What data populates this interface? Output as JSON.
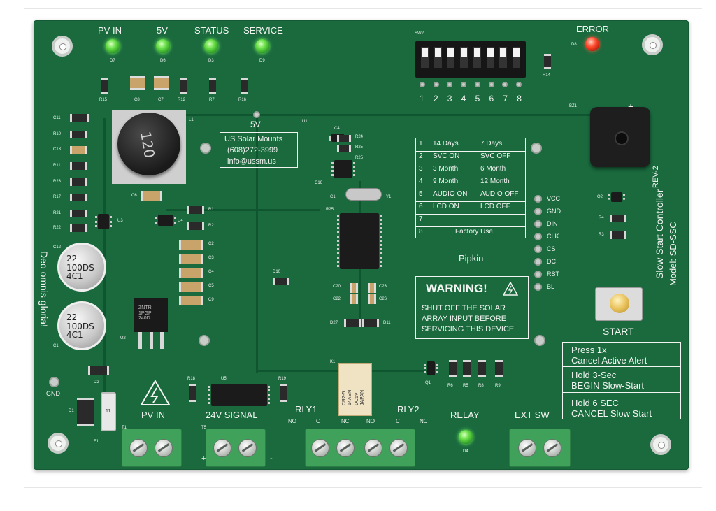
{
  "header_leds": {
    "pv_in": "PV IN",
    "five_v": "5V",
    "status": "STATUS",
    "service": "SERVICE",
    "error": "ERROR"
  },
  "designators": {
    "d7": "D7",
    "d6": "D6",
    "d3": "D3",
    "d9": "D9",
    "d8": "D8",
    "r15": "R15",
    "c8": "C8",
    "c7": "C7",
    "r12": "R12",
    "r7": "R7",
    "r16a": "R16",
    "sw2": "SW2",
    "r14": "R14",
    "bz1": "BZ1",
    "l1": "L1",
    "u1": "U1",
    "c11": "C11",
    "r10": "R10",
    "c13": "C13",
    "r11": "R11",
    "r23": "R23",
    "r17": "R17",
    "r21": "R21",
    "r22": "R22",
    "c12": "C12",
    "c1": "C1",
    "c6": "C6",
    "u3": "U3",
    "u4": "U4",
    "r1": "R1",
    "r2": "R2",
    "c2": "C2",
    "c3": "C3",
    "c4": "C4",
    "c5": "C5",
    "c9": "C9",
    "u2": "U2",
    "d2": "D2",
    "d1": "D1",
    "f1": "F1",
    "c4b": "C4",
    "r24": "R24",
    "r25a": "R25",
    "r25b": "R25",
    "c16": "C16",
    "c1b": "C1",
    "y1": "Y1",
    "r25c": "R25",
    "d10": "D10",
    "c20": "C20",
    "c23": "C23",
    "c22": "C22",
    "c26": "C26",
    "d27": "D27",
    "d11": "D11",
    "k1": "K1",
    "q1": "Q1",
    "r6": "R6",
    "r5": "R5",
    "r8": "R8",
    "r9": "R9",
    "q2": "Q2",
    "r4": "R4",
    "r3": "R3",
    "d4": "D4",
    "r18": "R18",
    "u5": "U5",
    "r19": "R19",
    "t1": "T1",
    "t5": "T5"
  },
  "dip_numbers": [
    "1",
    "2",
    "3",
    "4",
    "5",
    "6",
    "7",
    "8"
  ],
  "inductor_marking": "120",
  "voltage_label": "5V",
  "contact_box": {
    "company": "US Solar Mounts",
    "phone": "(608)272-3999",
    "email": "info@ussm.us"
  },
  "dip_table": {
    "rows": [
      {
        "num": "1",
        "left": "14 Days",
        "right": "7 Days"
      },
      {
        "num": "2",
        "left": "SVC ON",
        "right": "SVC OFF"
      },
      {
        "num": "3",
        "left": "3 Month",
        "right": "6 Month"
      },
      {
        "num": "4",
        "left": "9 Month",
        "right": "12 Month"
      },
      {
        "num": "5",
        "left": "AUDIO ON",
        "right": "AUDIO OFF"
      },
      {
        "num": "6",
        "left": "LCD ON",
        "right": "LCD OFF"
      },
      {
        "num": "7",
        "left": "",
        "right": ""
      },
      {
        "num": "8",
        "left": "Factory Use",
        "right": ""
      }
    ]
  },
  "display_pins": [
    "VCC",
    "GND",
    "DIN",
    "CLK",
    "CS",
    "DC",
    "RST",
    "BL"
  ],
  "pipkin_label": "Pipkin",
  "warning": {
    "title": "WARNING!",
    "line1": "SHUT OFF THE SOLAR",
    "line2": "ARRAY INPUT BEFORE",
    "line3": "SERVICING THIS DEVICE"
  },
  "side_text": {
    "controller": "Slow Start Controller",
    "rev": "REV-2",
    "model": "Model: SD-SSC",
    "motto": "Deo omnis gloria!"
  },
  "start_label": "START",
  "instructions": [
    {
      "line1": "Press 1x",
      "line2": "Cancel Active Alert"
    },
    {
      "line1": "Hold 3-Sec",
      "line2": "BEGIN Slow-Start"
    },
    {
      "line1": "Hold 6 SEC",
      "line2": "CANCEL Slow Start"
    }
  ],
  "capacitor_marking": {
    "value": "22",
    "series": "100DS",
    "code": "4C1"
  },
  "regulator_marking": {
    "line1": "ZNTR",
    "line2": "1PGP",
    "line3": "240D"
  },
  "relay_marking": {
    "line1": "CR2-5",
    "line2": "14ASN",
    "line3": "DC5V",
    "line4": "JAPAN"
  },
  "fuse_marking": "11",
  "terminals": {
    "pv_in": "PV IN",
    "signal": "24V  SIGNAL",
    "rly1": "RLY1",
    "rly2": "RLY2",
    "relay": "RELAY",
    "ext_sw": "EXT  SW",
    "gnd": "GND",
    "no1": "NO",
    "c1": "C",
    "nc1": "NC",
    "no2": "NO",
    "c2": "C",
    "nc2": "NC",
    "plus": "+",
    "minus": "-"
  },
  "colors": {
    "board": "#1a6a3e",
    "silkscreen": "#f2f5f2",
    "terminal": "#3fa15a",
    "led_green": "#6ce14a",
    "led_red": "#ff4d2e",
    "button_cap": "#e8c15a"
  }
}
